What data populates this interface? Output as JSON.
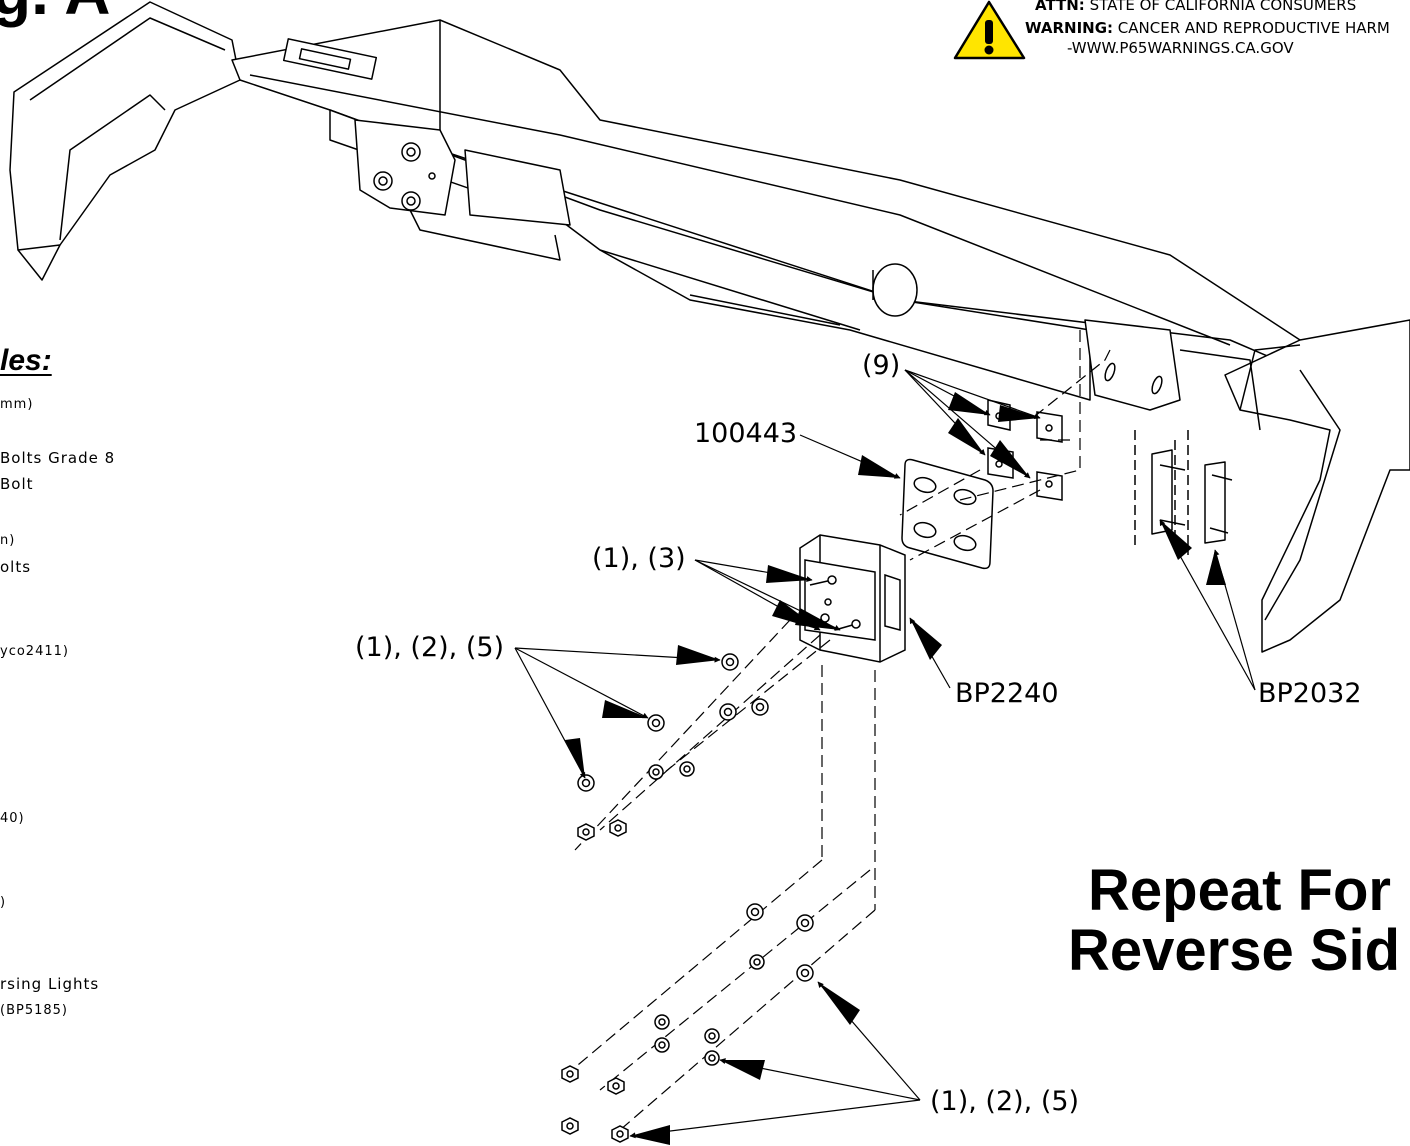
{
  "figure_title": "g. A",
  "notes": {
    "title": "les:",
    "items": [
      "mm)",
      "Bolts Grade 8",
      "Bolt",
      "n)",
      "olts",
      "yco2411)",
      "40)",
      ")",
      "rsing Lights",
      "(BP5185)"
    ]
  },
  "warning": {
    "line1_bold": "ATTN:",
    "line1_text": " STATE OF  CALIFORNIA  CONSUMERS",
    "line2_bold": "WARNING:",
    "line2_text": " CANCER AND REPRODUCTIVE HARM",
    "line3_text": "-WWW.P65WARNINGS.CA.GOV",
    "icon": "warning-triangle-icon",
    "icon_color": "#FFE500"
  },
  "callouts": {
    "c9": "(9)",
    "c100443": "100443",
    "c13": "(1), (3)",
    "c125_upper": "(1), (2), (5)",
    "bp2240": "BP2240",
    "bp2032": "BP2032",
    "c125_lower": "(1), (2), (5)"
  },
  "repeat": {
    "line1": "Repeat For",
    "line2": "Reverse Sid"
  }
}
